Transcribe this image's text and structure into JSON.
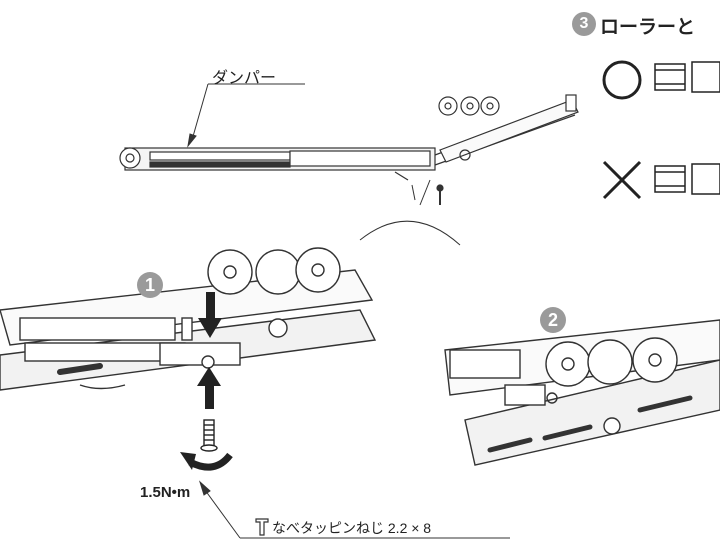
{
  "labels": {
    "damper": "ダンパー",
    "torque": "1.5N•m",
    "screw": "なべタッピンねじ 2.2 × 8",
    "roller_heading": "ローラーと"
  },
  "steps": [
    "1",
    "2",
    "3"
  ],
  "marks": {
    "good": "〇",
    "bad": "×"
  }
}
